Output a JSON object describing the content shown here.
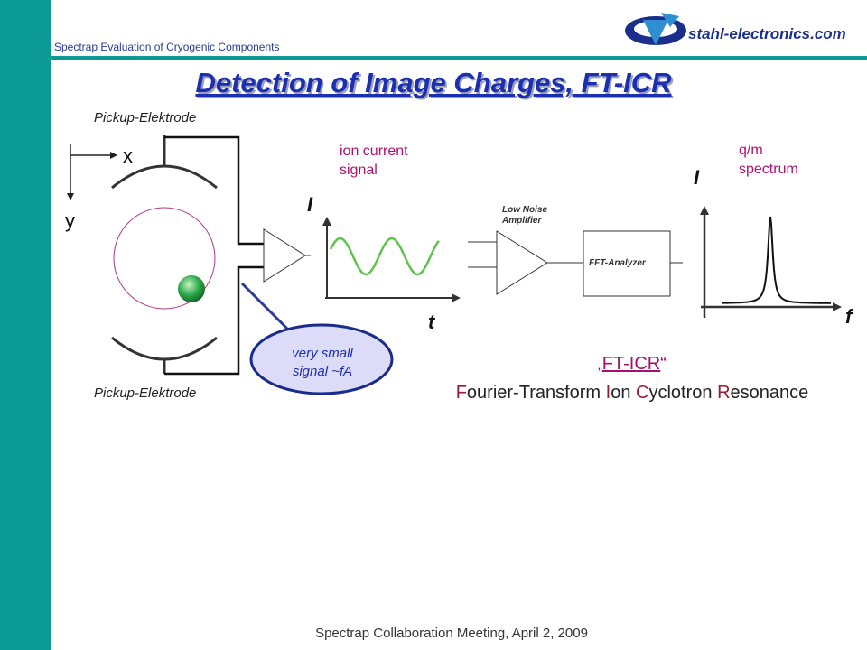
{
  "header": {
    "subtitle": "Spectrap Evaluation of Cryogenic Components",
    "logo_text": "stahl-electronics.com"
  },
  "title": "Detection of Image Charges, FT-ICR",
  "diagram": {
    "pickup_top": "Pickup-Elektrode",
    "pickup_bottom": "Pickup-Elektrode",
    "axis_x": "x",
    "axis_y": "y",
    "bubble_line1": "very small",
    "bubble_line2": "signal ~fA",
    "ion_current_line1": "ion current",
    "ion_current_line2": "signal",
    "signal_axis_y": "I",
    "signal_axis_x": "t",
    "amp_line1": "Low Noise",
    "amp_line2": "Amplifier",
    "fft_box": "FFT-Analyzer",
    "spectrum_line1": "q/m",
    "spectrum_line2": "spectrum",
    "spectrum_axis_y": "I",
    "spectrum_axis_x": "f"
  },
  "ft_icr": {
    "open_quote": "„",
    "link": "FT-ICR",
    "close_quote": "“",
    "full": {
      "p1_init": "F",
      "p1_rest": "ourier-Transform ",
      "p2_init": "I",
      "p2_rest": "on ",
      "p3_init": "C",
      "p3_rest": "yclotron ",
      "p4_init": "R",
      "p4_rest": "esonance"
    }
  },
  "footer": "Spectrap Collaboration Meeting, April 2, 2009",
  "colors": {
    "sidebar": "#0b9b94",
    "title": "#1c2fb0",
    "ion_label": "#b0106f",
    "sine": "#5cc44a",
    "orbit": "#b03a8a",
    "ion": "#2aa84a"
  }
}
